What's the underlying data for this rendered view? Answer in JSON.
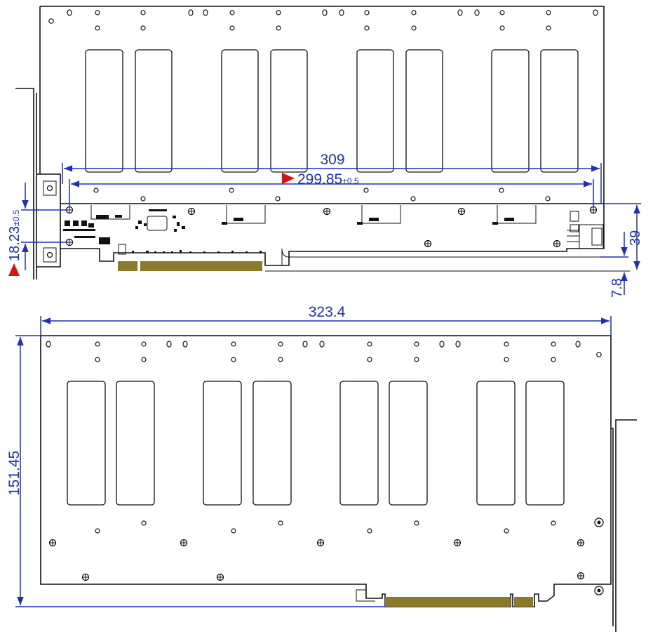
{
  "diagram": {
    "colors": {
      "line": "#111111",
      "dimension": "#1f2fbf",
      "marker": "#e01010",
      "gold_finger": "#8a7a2a"
    },
    "top_view": {
      "dim_length_overall": "309",
      "dim_hole_span": "299.85",
      "dim_hole_span_tol": "±0.5",
      "dim_hole_height": "18.23",
      "dim_hole_height_tol": "±0.5",
      "dim_height": "39",
      "dim_finger": "7.8"
    },
    "front_view": {
      "dim_width": "323.4",
      "dim_height": "151.45"
    }
  }
}
